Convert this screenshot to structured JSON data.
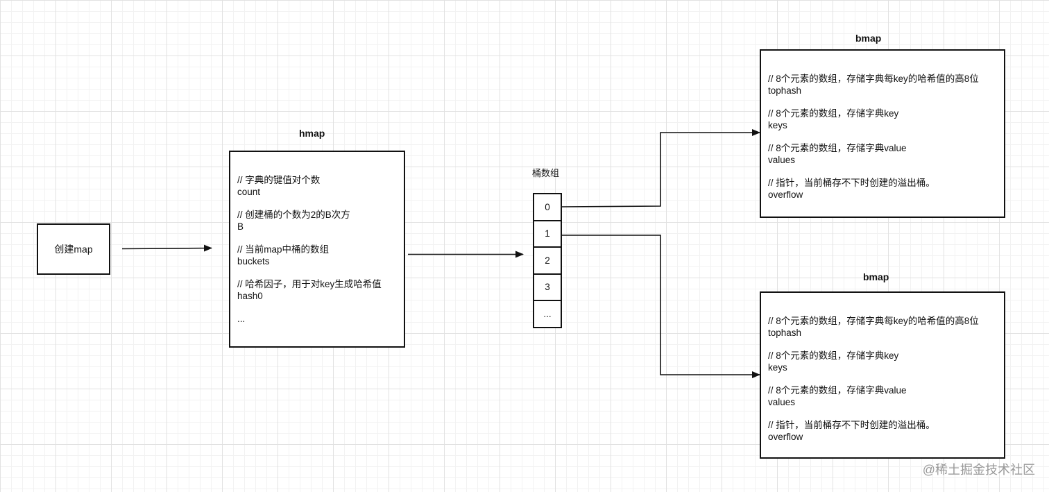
{
  "create_map": {
    "label": "创建map"
  },
  "hmap": {
    "title": "hmap",
    "fields": [
      {
        "comment": "// 字典的键值对个数",
        "name": "count"
      },
      {
        "comment": "// 创建桶的个数为2的B次方",
        "name": "B"
      },
      {
        "comment": "// 当前map中桶的数组",
        "name": "buckets"
      },
      {
        "comment": "// 哈希因子，用于对key生成哈希值",
        "name": "hash0"
      }
    ],
    "ellipsis": "..."
  },
  "bucket_array": {
    "title": "桶数组",
    "cells": [
      "0",
      "1",
      "2",
      "3",
      "..."
    ]
  },
  "bmap_top": {
    "title": "bmap",
    "fields": [
      {
        "comment": "// 8个元素的数组，存储字典每key的哈希值的高8位",
        "name": "tophash"
      },
      {
        "comment": "// 8个元素的数组，存储字典key",
        "name": "keys"
      },
      {
        "comment": "// 8个元素的数组，存储字典value",
        "name": "values"
      },
      {
        "comment": "// 指针，当前桶存不下时创建的溢出桶。",
        "name": "overflow"
      }
    ]
  },
  "bmap_bottom": {
    "title": "bmap",
    "fields": [
      {
        "comment": "// 8个元素的数组，存储字典每key的哈希值的高8位",
        "name": "tophash"
      },
      {
        "comment": "// 8个元素的数组，存储字典key",
        "name": "keys"
      },
      {
        "comment": "// 8个元素的数组，存储字典value",
        "name": "values"
      },
      {
        "comment": "// 指针，当前桶存不下时创建的溢出桶。",
        "name": "overflow"
      }
    ]
  },
  "watermark": {
    "text": "@稀土掘金技术社区"
  },
  "colors": {
    "line": "#111111",
    "grid_major": "#e1e1e1",
    "grid_minor": "#f2f2f2",
    "watermark": "#9a9a9a"
  }
}
